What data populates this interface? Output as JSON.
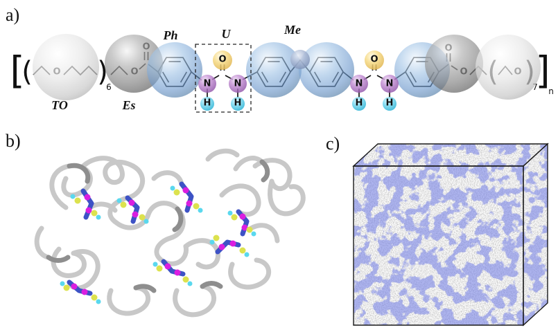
{
  "figure": {
    "panel_a_label": "a)",
    "panel_b_label": "b)",
    "panel_c_label": "c)"
  },
  "panel_a": {
    "bead_labels": {
      "to": "TO",
      "es": "Es",
      "ph": "Ph",
      "u": "U",
      "me": "Me"
    },
    "atoms": {
      "o": "O",
      "n": "N",
      "h": "H"
    },
    "subscripts": {
      "left_repeat": "6",
      "right_repeat": "7",
      "polymer_repeat": "n"
    },
    "brackets": {
      "open_square": "[",
      "open_round": "(",
      "close_round": ")",
      "close_square": "]"
    },
    "colors": {
      "to_sphere": "#d6d6d6",
      "es_sphere": "#8c8c8c",
      "ph_sphere": "#6f9bd2",
      "me_sphere": "#93a4c6",
      "urea_carbonyl_sphere": "#f0cd6a",
      "nitrogen_sphere": "#9c63b4",
      "hydrogen_sphere": "#3ec4e8"
    }
  },
  "panel_b": {
    "colors": {
      "soft_backbone": "#c8c8c8",
      "soft_backbone_shaded": "#8e8e8e",
      "hard_segment": "#3d52c5",
      "nitrogen_bead": "#da1ee0",
      "carbonyl_bead": "#dce24e",
      "hydrogen_bead": "#5ad8ee"
    }
  },
  "panel_c": {
    "colors": {
      "matrix_beads": "#a6a6a6",
      "hard_domain_beads": "#3947c3"
    }
  }
}
